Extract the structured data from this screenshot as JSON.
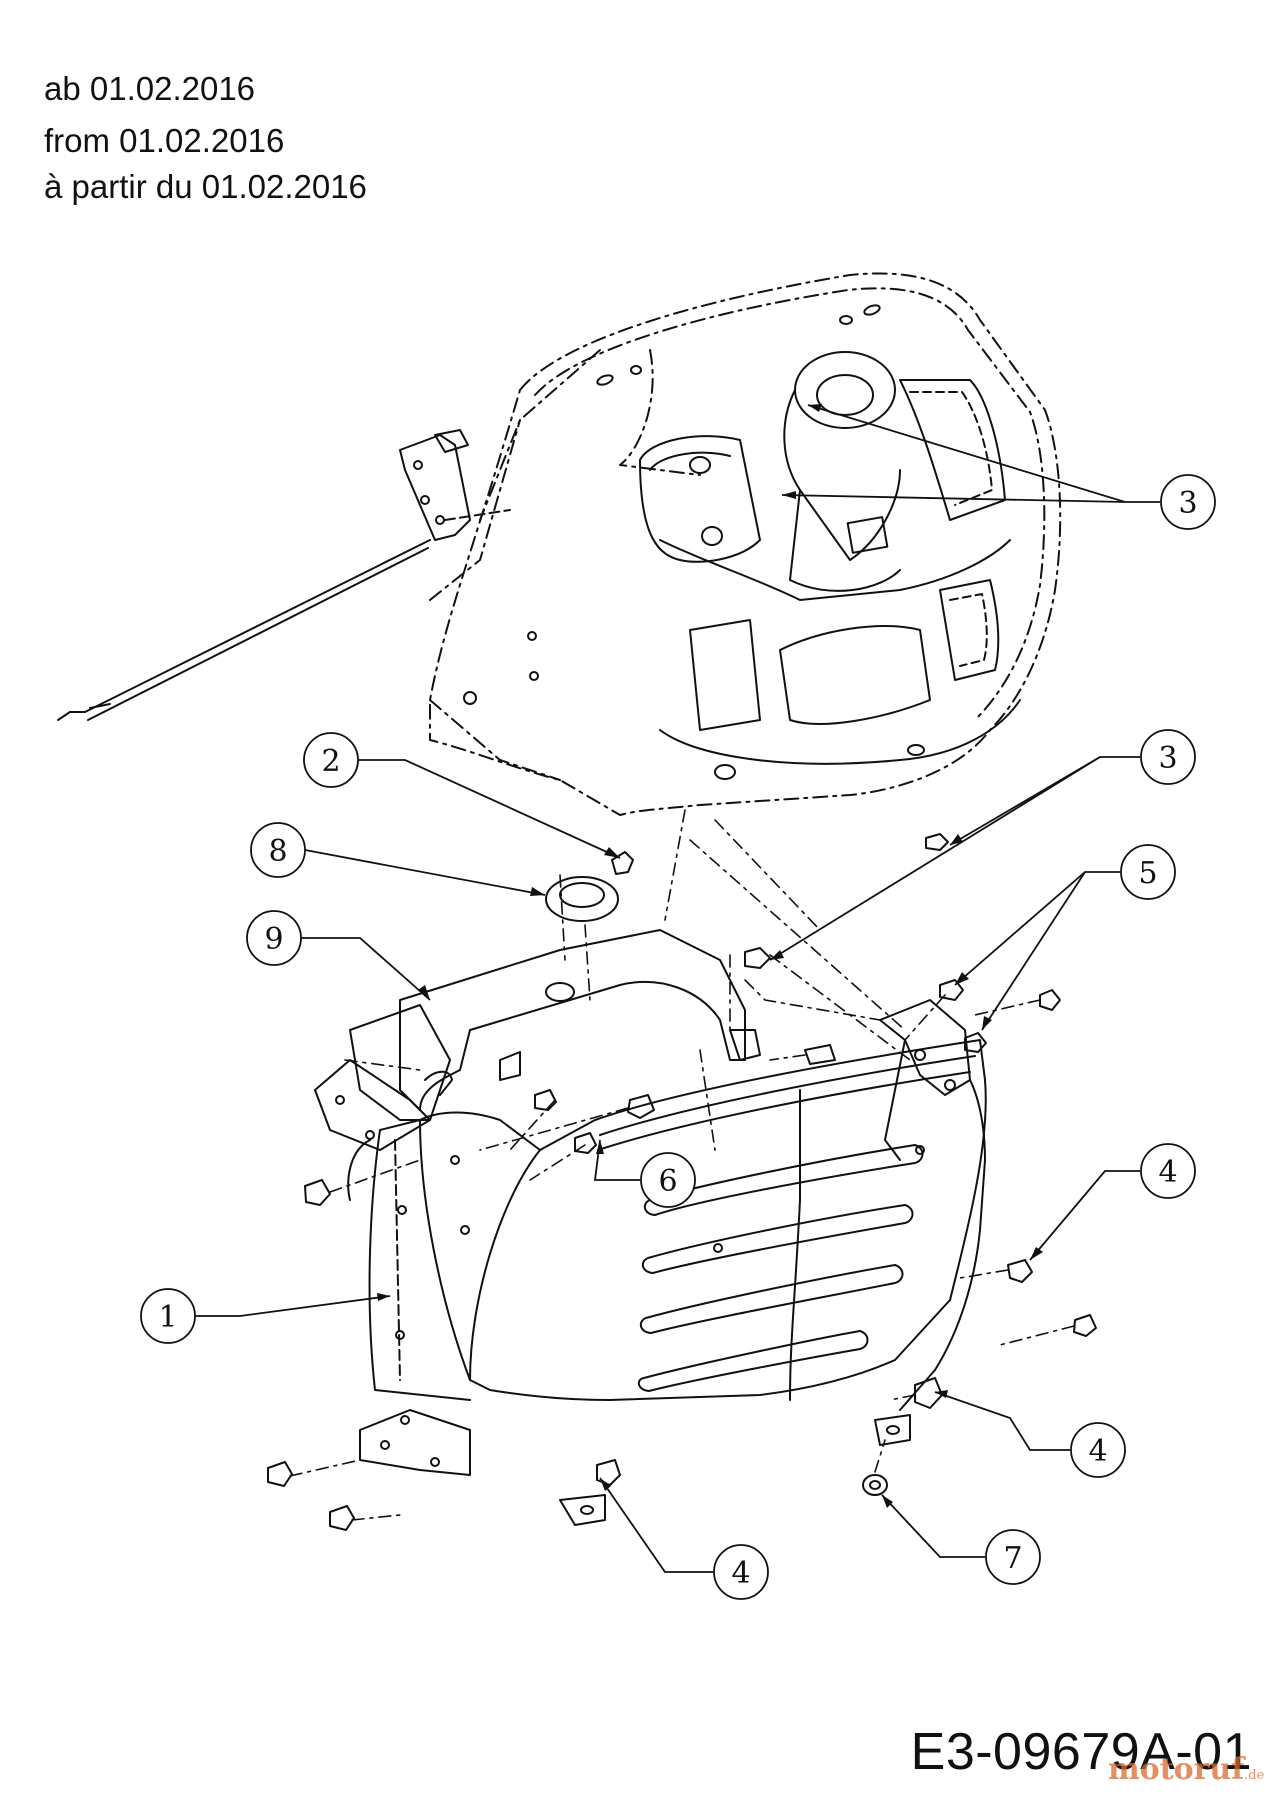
{
  "header": {
    "lines": [
      "ab 01.02.2016",
      "from 01.02.2016",
      "à partir du 01.02.2016"
    ]
  },
  "diagram_code": "E3-09679A-01",
  "watermark": {
    "text": "motoruf",
    "suffix": ".de",
    "color": "#d86a2f"
  },
  "callouts": [
    {
      "id": "1",
      "label": "1"
    },
    {
      "id": "2",
      "label": "2"
    },
    {
      "id": "3a",
      "label": "3"
    },
    {
      "id": "3b",
      "label": "3"
    },
    {
      "id": "4a",
      "label": "4"
    },
    {
      "id": "4b",
      "label": "4"
    },
    {
      "id": "4c",
      "label": "4"
    },
    {
      "id": "5",
      "label": "5"
    },
    {
      "id": "6",
      "label": "6"
    },
    {
      "id": "7",
      "label": "7"
    },
    {
      "id": "8",
      "label": "8"
    },
    {
      "id": "9",
      "label": "9"
    }
  ]
}
